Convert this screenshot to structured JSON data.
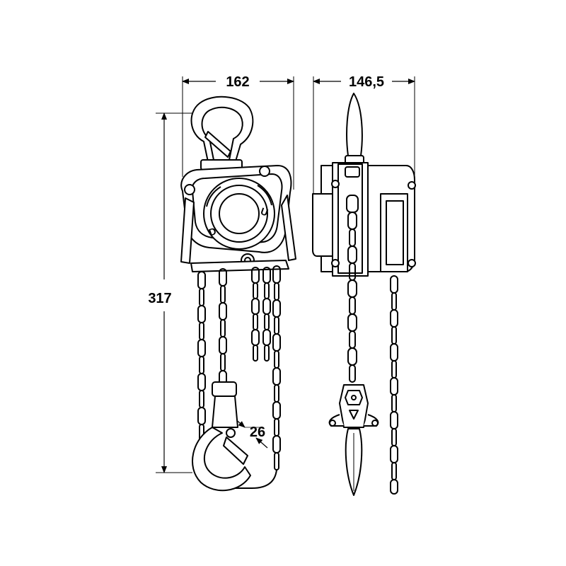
{
  "dimensions": {
    "width_front": "162",
    "width_side": "146,5",
    "height_total": "317",
    "hook_opening": "26"
  },
  "hoist_marks": {
    "wheel_down": "D",
    "wheel_up": "U"
  }
}
